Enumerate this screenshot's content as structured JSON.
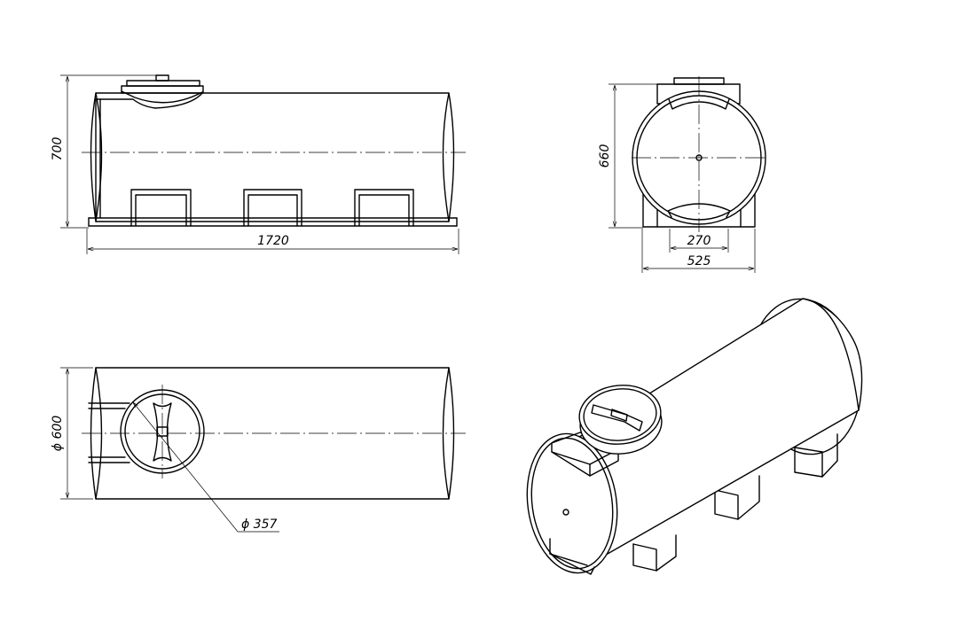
{
  "dimensions": {
    "side_height": "700",
    "side_length": "1720",
    "end_height": "660",
    "end_inner_width": "270",
    "end_outer_width": "525",
    "top_width": "ϕ 600",
    "lid_diameter": "ϕ 357"
  }
}
